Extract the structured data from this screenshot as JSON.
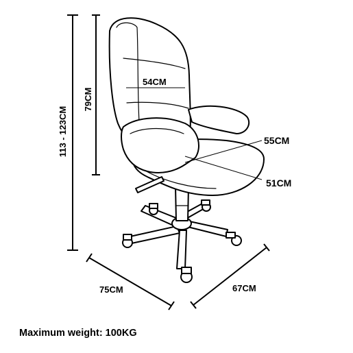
{
  "dimensions": {
    "overall_height": "113 - 123CM",
    "back_height": "79CM",
    "back_width": "54CM",
    "seat_depth": "55CM",
    "seat_width": "51CM",
    "base_depth": "75CM",
    "base_width": "67CM"
  },
  "caption": "Maximum weight: 100KG"
}
